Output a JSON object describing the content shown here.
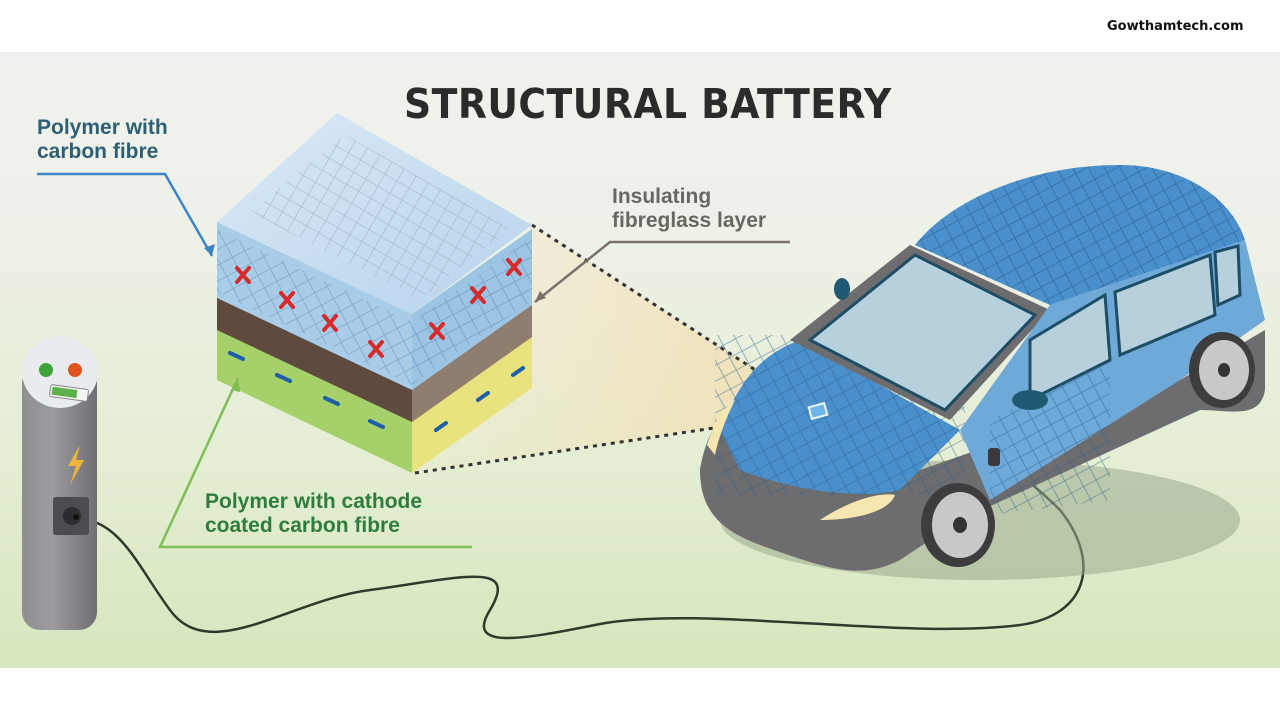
{
  "site": {
    "watermark": "Gowthamtech.com"
  },
  "diagram": {
    "title": "STRUCTURAL BATTERY",
    "labels": {
      "polymer_carbon": [
        "Polymer with",
        "carbon fibre"
      ],
      "insulating": [
        "Insulating",
        "fibreglass layer"
      ],
      "cathode": [
        "Polymer with cathode",
        "coated carbon fibre"
      ]
    },
    "colors": {
      "title": "#2b2b2b",
      "blue_label": "#2e5f73",
      "gray_label": "#6a6763",
      "green_label": "#2f7d3e",
      "car_blue": "#4a90cc",
      "car_gray": "#6d6d70",
      "separator_brown": "#5e4a3e",
      "cathode_green": "#a9d36b",
      "charge_plus": "#d62b2b",
      "charge_minus": "#1f5fa8"
    },
    "charger": {
      "lights": [
        "green",
        "red"
      ],
      "battery_level": 0.7
    }
  }
}
